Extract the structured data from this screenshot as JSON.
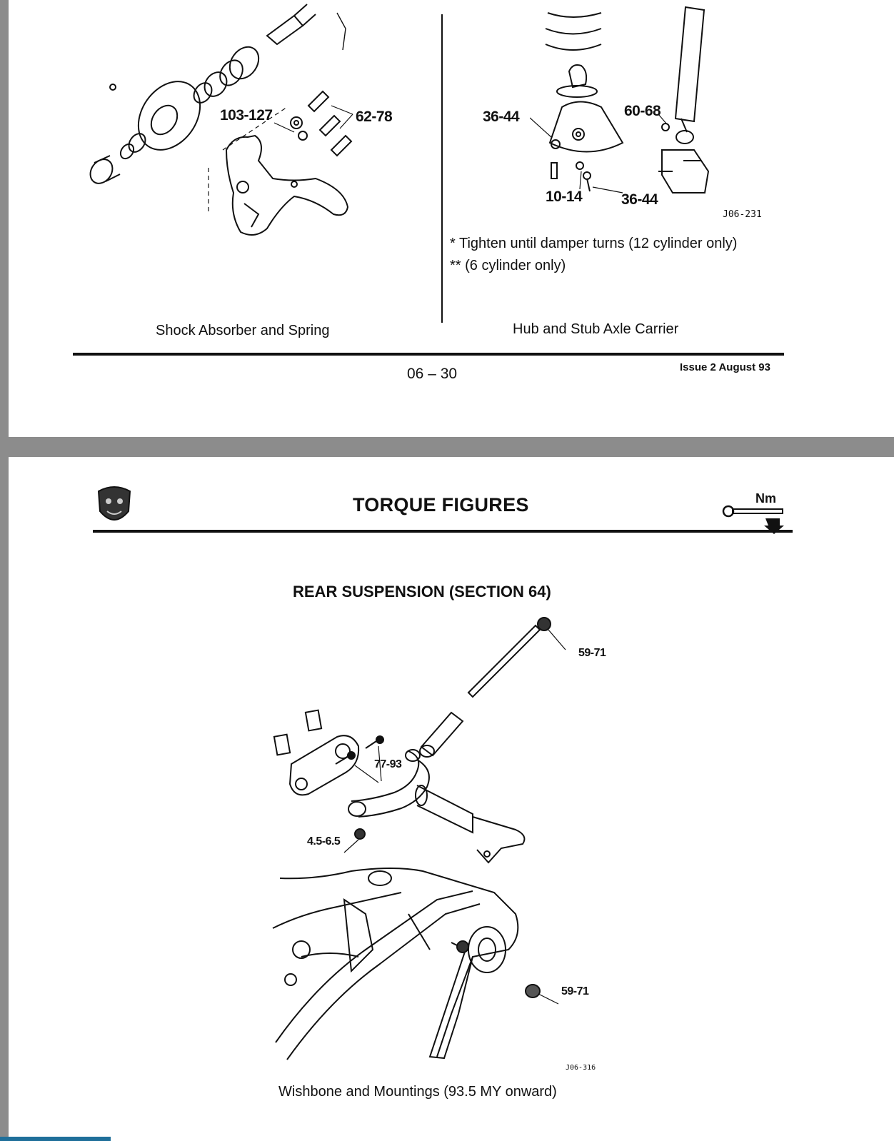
{
  "top_page": {
    "left_diagram": {
      "labels": [
        "103-127",
        "62-78"
      ],
      "caption": "Shock Absorber and Spring"
    },
    "right_diagram": {
      "labels": [
        "36-44",
        "60-68",
        "10-14",
        "36-44"
      ],
      "ref_code": "J06-231",
      "notes": [
        "* Tighten until damper turns (12 cylinder only)",
        "** (6 cylinder only)"
      ],
      "caption": "Hub and Stub Axle Carrier"
    },
    "footer": {
      "page_number": "06 – 30",
      "issue": "Issue 2  August 93"
    }
  },
  "bottom_page": {
    "header": {
      "title": "TORQUE FIGURES",
      "unit_badge": "Nm"
    },
    "section_title": "REAR SUSPENSION (SECTION 64)",
    "diagram": {
      "labels": [
        "59-71",
        "77-93",
        "4.5-6.5",
        "59-71"
      ],
      "ref_code": "J06-316",
      "caption": "Wishbone and Mountings (93.5 MY onward)"
    }
  }
}
